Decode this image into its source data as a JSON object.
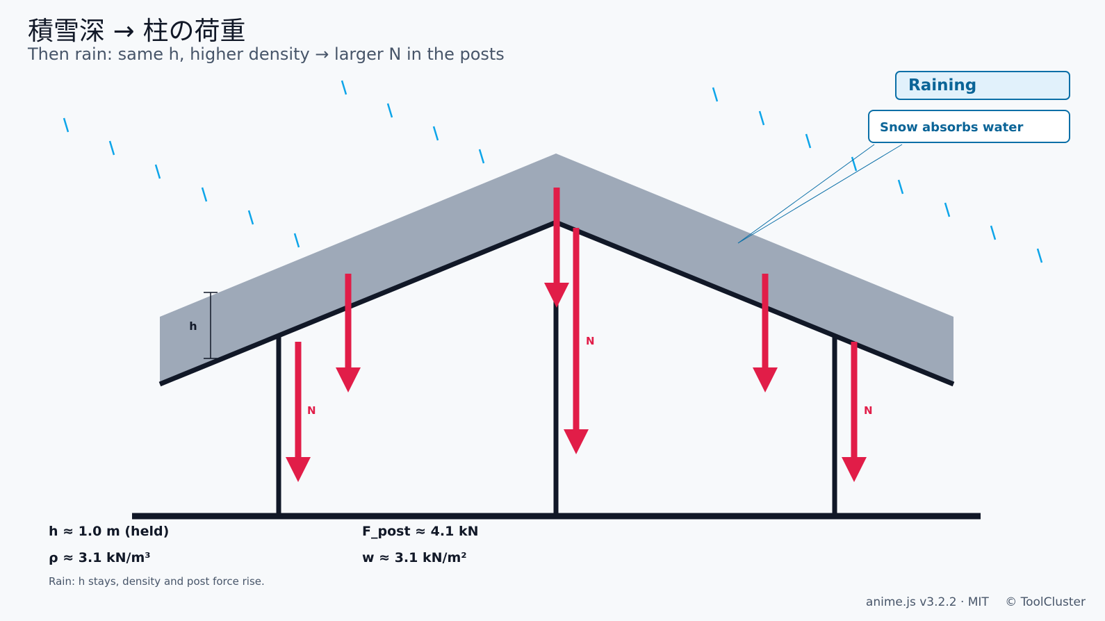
{
  "header": {
    "title": "積雪深 → 柱の荷重",
    "subtitle": "Then rain: same h, higher density → larger N in the posts"
  },
  "status": {
    "badge": "Raining",
    "callout": "Snow absorbs water"
  },
  "diagram": {
    "depth_label": "h",
    "force_label": "N",
    "colors": {
      "snow": "#9ea9b8",
      "structure": "#111827",
      "force": "#e11d48",
      "rain": "#0ea5e9",
      "accent": "#0a6fa7"
    }
  },
  "readouts": {
    "h": "h ≈ 1.0 m  (held)",
    "rho": "ρ ≈ 3.1 kN/m³",
    "f_post": "F_post ≈ 4.1 kN",
    "w": "w ≈ 3.1 kN/m²",
    "note": "Rain: h stays, density and post force rise."
  },
  "footer": {
    "library": "anime.js v3.2.2 · MIT",
    "copyright": "© ToolCluster"
  }
}
